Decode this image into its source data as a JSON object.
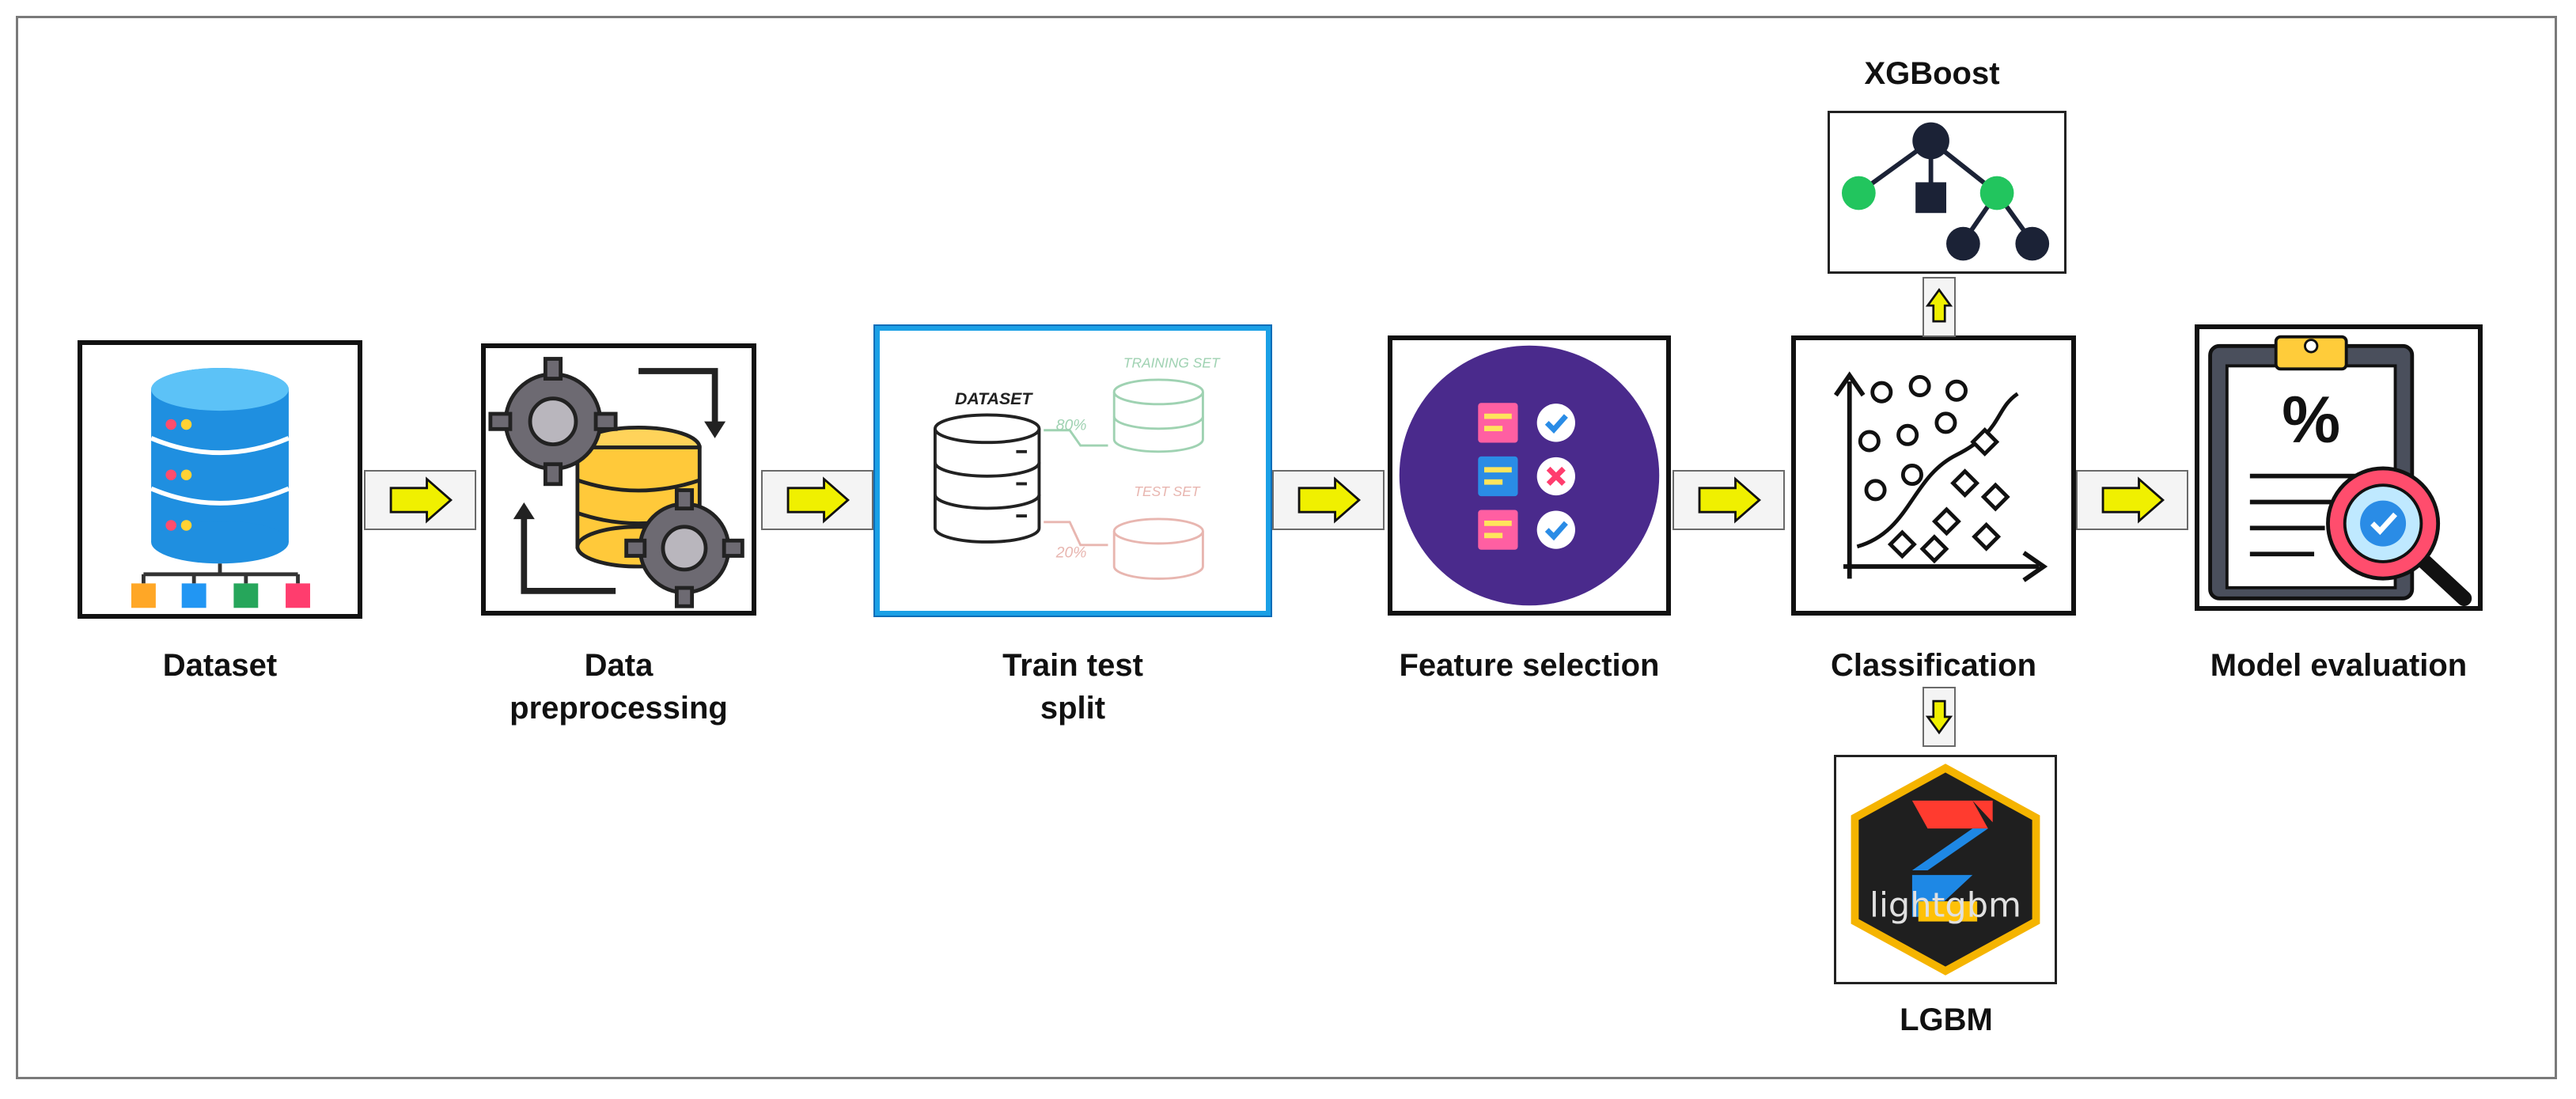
{
  "steps": [
    {
      "id": "dataset",
      "label": "Dataset",
      "icon": "database-icon"
    },
    {
      "id": "preprocessing",
      "label": "Data\npreprocessing",
      "icon": "gears-database-icon"
    },
    {
      "id": "split",
      "label": "Train test\nsplit",
      "icon": "train-test-split-icon"
    },
    {
      "id": "feature",
      "label": "Feature selection",
      "icon": "checklist-icon"
    },
    {
      "id": "classification",
      "label": "Classification",
      "icon": "scatter-plot-icon"
    },
    {
      "id": "evaluation",
      "label": "Model evaluation",
      "icon": "clipboard-magnifier-icon"
    }
  ],
  "split_image": {
    "dataset": "DATASET",
    "training": "TRAINING SET",
    "test": "TEST SET",
    "train_pct": "80%",
    "test_pct": "20%"
  },
  "models": {
    "xgboost": {
      "label": "XGBoost",
      "icon": "tree-graph-icon"
    },
    "lgbm": {
      "label": "LGBM",
      "icon": "lightgbm-logo-icon",
      "logo_text": "lightgbm"
    }
  },
  "colors": {
    "arrow_fill": "#f0f000",
    "frame_border": "#7a7a7a",
    "highlight_border": "#1aa0e6"
  }
}
